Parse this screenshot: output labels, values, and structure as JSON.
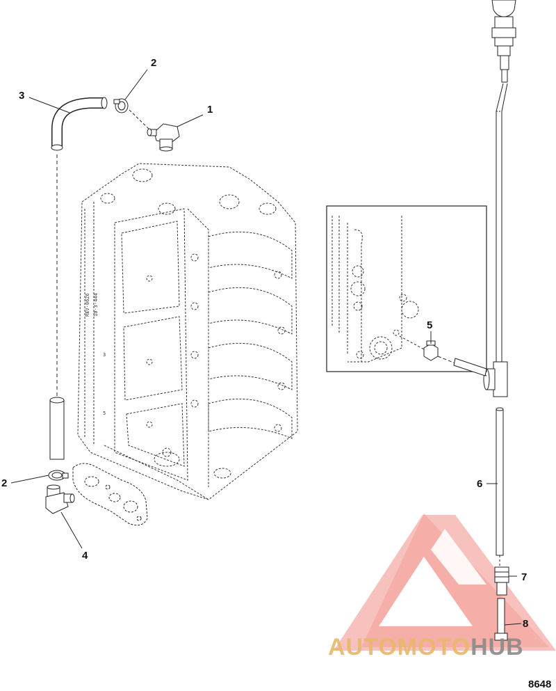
{
  "callouts": {
    "c1": "1",
    "c2_top": "2",
    "c3": "3",
    "c2_bottom": "2",
    "c4": "4",
    "c5": "5",
    "c6": "6",
    "c7": "7",
    "c8": "8"
  },
  "figure_id": "8648",
  "watermark": {
    "part1": "AUTOMOTO",
    "part2": "HUB",
    "color_primary": "#f0908a",
    "color_secondary": "#e8b86a",
    "color_hub": "#8a8a8a"
  },
  "block_stamps": [
    "3",
    "5"
  ]
}
